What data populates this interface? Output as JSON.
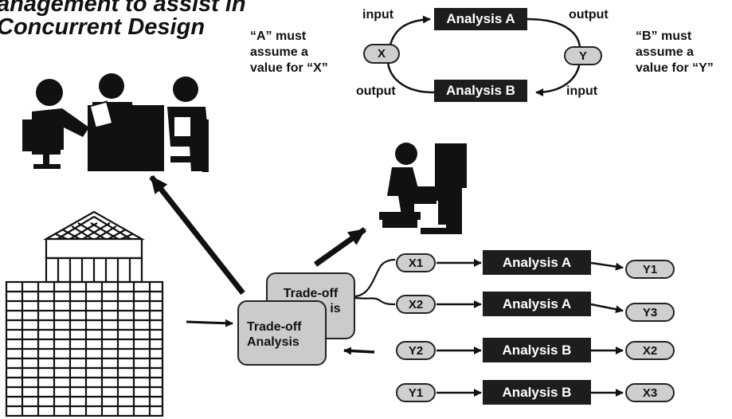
{
  "title": {
    "line1": "anagement to assist in",
    "line2": "Concurrent Design"
  },
  "top_loop": {
    "box_a": "Analysis A",
    "box_b": "Analysis B",
    "node_x": "X",
    "node_y": "Y",
    "input_a": "input",
    "output_a": "output",
    "output_b": "output",
    "input_b": "input"
  },
  "notes": {
    "left": [
      "“A” must",
      "assume a",
      "value for “X”"
    ],
    "right": [
      "“B” must",
      "assume a",
      "value for “Y”"
    ]
  },
  "tradeoff": {
    "back": [
      "Trade-off",
      "Analysis"
    ],
    "front": [
      "Trade-off",
      "Analysis"
    ]
  },
  "rows": [
    {
      "input": "X1",
      "analysis": "Analysis A",
      "output": "Y1"
    },
    {
      "input": "X2",
      "analysis": "Analysis A",
      "output": "Y3"
    },
    {
      "input": "Y2",
      "analysis": "Analysis B",
      "output": "X2"
    },
    {
      "input": "Y1",
      "analysis": "Analysis B",
      "output": "X3"
    }
  ],
  "colors": {
    "dark_box": "#1d1d1d",
    "pill_fill": "#cfcfcf",
    "ink": "#111111"
  }
}
